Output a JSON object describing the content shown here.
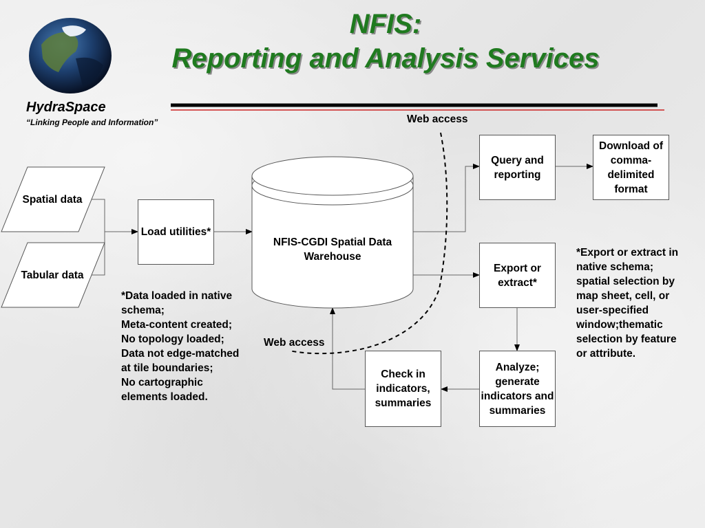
{
  "header": {
    "title_line1": "NFIS:",
    "title_line2": "Reporting and Analysis Services",
    "brand": "HydraSpace",
    "tagline": "“Linking People and Information”"
  },
  "nodes": {
    "spatial_data": "Spatial data",
    "tabular_data": "Tabular data",
    "load_utilities": "Load utilities*",
    "warehouse": "NFIS-CGDI Spatial Data Warehouse",
    "query_reporting": "Query and reporting",
    "download": "Download of comma-delimited format",
    "export_extract": "Export or extract*",
    "analyze": "Analyze; generate indicators and summaries",
    "check_in": "Check in indicators, summaries"
  },
  "labels": {
    "web_access_top": "Web access",
    "web_access_bottom": "Web access"
  },
  "notes": {
    "load_note": "*Data loaded in native\nschema;\nMeta-content created;\nNo topology loaded;\nData not edge-matched\nat tile boundaries;\nNo cartographic\nelements loaded.",
    "export_note": "*Export or extract in\nnative schema;\nspatial selection  by\nmap sheet, cell, or\nuser-specified\nwindow;thematic\nselection by feature\nor attribute."
  },
  "colors": {
    "title": "#1f7a1f",
    "rule_black": "#000000",
    "rule_red": "#cc2222"
  }
}
